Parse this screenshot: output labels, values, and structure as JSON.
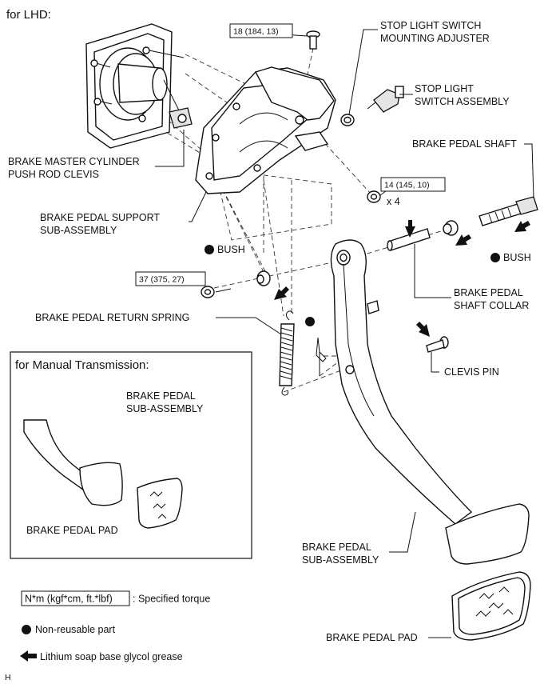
{
  "header": {
    "variant": "for LHD:"
  },
  "inset": {
    "title": "for Manual Transmission:"
  },
  "labels": {
    "stop_light_switch_adjuster": [
      "STOP LIGHT SWITCH",
      "MOUNTING ADJUSTER"
    ],
    "stop_light_switch_assembly": [
      "STOP LIGHT",
      "SWITCH ASSEMBLY"
    ],
    "brake_pedal_shaft": [
      "BRAKE PEDAL SHAFT"
    ],
    "push_rod_clevis": [
      "BRAKE MASTER CYLINDER",
      "PUSH ROD CLEVIS"
    ],
    "pedal_support": [
      "BRAKE PEDAL SUPPORT",
      "SUB-ASSEMBLY"
    ],
    "bush_left": "BUSH",
    "bush_right": "BUSH",
    "shaft_collar": [
      "BRAKE PEDAL",
      "SHAFT COLLAR"
    ],
    "return_spring": "BRAKE PEDAL RETURN SPRING",
    "clevis_pin": "CLEVIS PIN",
    "inset_pedal_sub": [
      "BRAKE PEDAL",
      "SUB-ASSEMBLY"
    ],
    "inset_pedal_pad": "BRAKE PEDAL PAD",
    "pedal_sub": [
      "BRAKE PEDAL",
      "SUB-ASSEMBLY"
    ],
    "pedal_pad": "BRAKE PEDAL PAD"
  },
  "torques": {
    "bolt_top": "18 (184, 13)",
    "nut_x4": "14 (145, 10)",
    "nut_x4_qty": "x 4",
    "nut_shaft": "37 (375, 27)"
  },
  "legend": {
    "torque_box": "N*m (kgf*cm, ft.*lbf)",
    "torque_desc": ": Specified torque",
    "non_reusable": "Non-reusable part",
    "grease": "Lithium soap base glycol grease"
  },
  "footer": {
    "code": "H"
  }
}
